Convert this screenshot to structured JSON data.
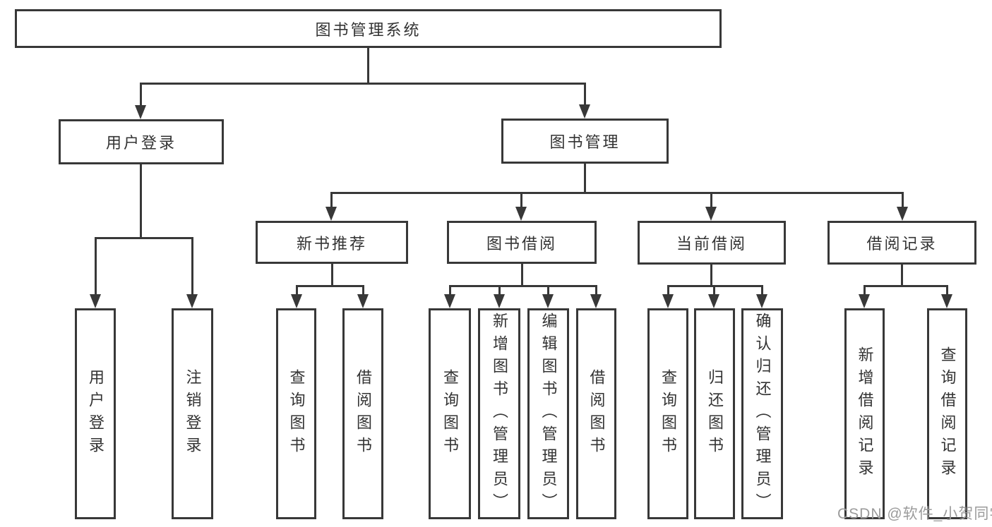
{
  "diagram_title": "图书管理系统",
  "nodes": {
    "root": "图书管理系统",
    "user_login": "用户登录",
    "book_mgmt": "图书管理",
    "new_book_rec": "新书推荐",
    "book_borrow": "图书借阅",
    "current_borrow": "当前借阅",
    "borrow_record": "借阅记录",
    "ul_login": "用户登录",
    "ul_logout": "注销登录",
    "nbr_query": "查询图书",
    "nbr_borrow": "借阅图书",
    "bb_query": "查询图书",
    "bb_add": "新增图书（管理员）",
    "bb_edit": "编辑图书（管理员）",
    "bb_borrow": "借阅图书",
    "cb_query": "查询图书",
    "cb_return": "归还图书",
    "cb_confirm": "确认归还（管理员）",
    "br_add": "新增借阅记录",
    "br_query": "查询借阅记录"
  },
  "edges": [
    [
      "root",
      "user_login"
    ],
    [
      "root",
      "book_mgmt"
    ],
    [
      "user_login",
      "ul_login"
    ],
    [
      "user_login",
      "ul_logout"
    ],
    [
      "book_mgmt",
      "new_book_rec"
    ],
    [
      "book_mgmt",
      "book_borrow"
    ],
    [
      "book_mgmt",
      "current_borrow"
    ],
    [
      "book_mgmt",
      "borrow_record"
    ],
    [
      "new_book_rec",
      "nbr_query"
    ],
    [
      "new_book_rec",
      "nbr_borrow"
    ],
    [
      "book_borrow",
      "bb_query"
    ],
    [
      "book_borrow",
      "bb_add"
    ],
    [
      "book_borrow",
      "bb_edit"
    ],
    [
      "book_borrow",
      "bb_borrow"
    ],
    [
      "current_borrow",
      "cb_query"
    ],
    [
      "current_borrow",
      "cb_return"
    ],
    [
      "current_borrow",
      "cb_confirm"
    ],
    [
      "borrow_record",
      "br_add"
    ],
    [
      "borrow_record",
      "br_query"
    ]
  ],
  "watermark": "CSDN @软件_小贺同学",
  "colors": {
    "line": "#383838",
    "text": "#333333",
    "watermark": "#9b9b9b",
    "background": "#ffffff"
  }
}
